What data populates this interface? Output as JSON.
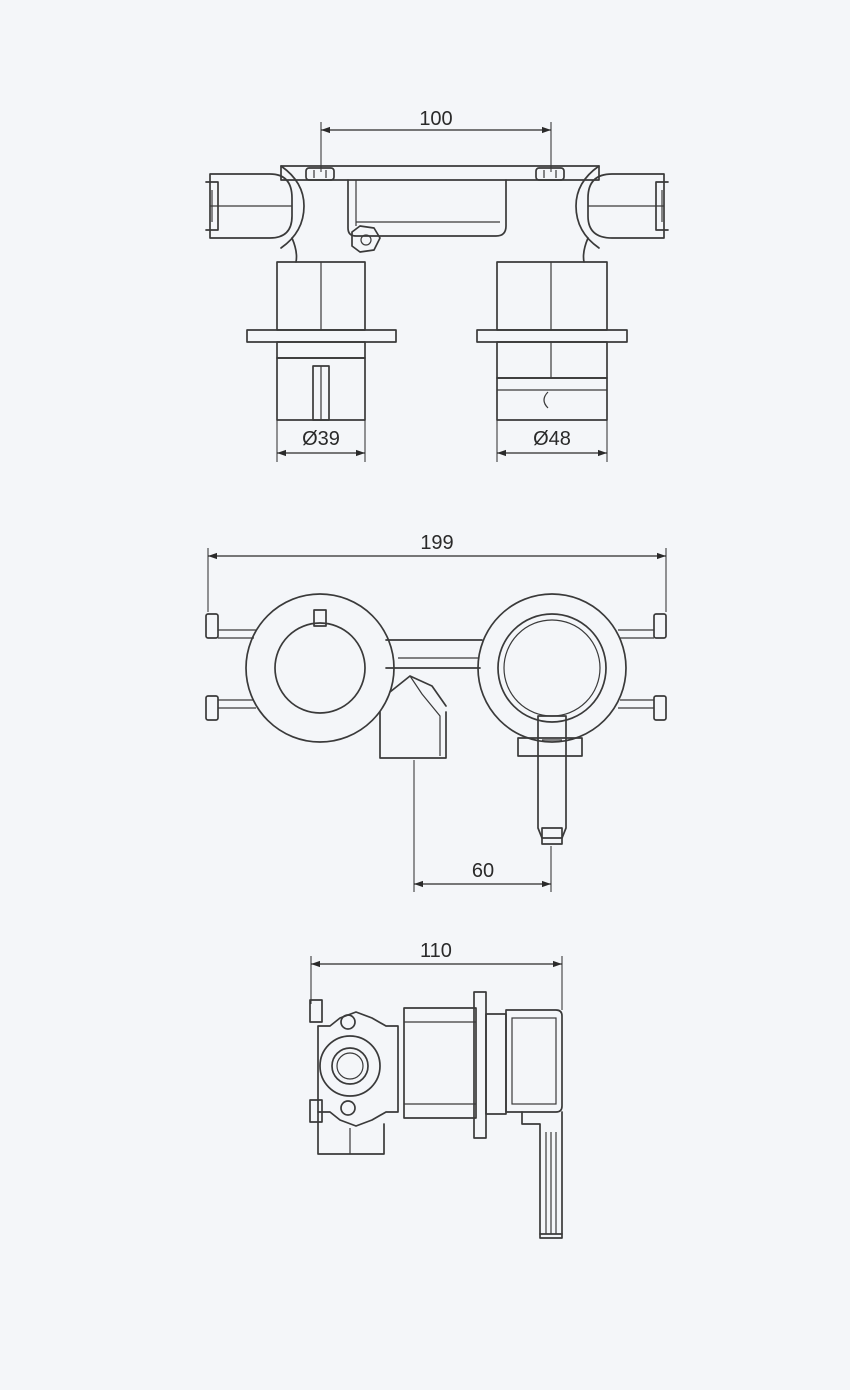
{
  "drawing": {
    "top_view": {
      "dim_spacing": "100",
      "dim_left_diameter": "Ø39",
      "dim_right_diameter": "Ø48"
    },
    "front_view": {
      "dim_overall_width": "199",
      "dim_outlet_offset": "60"
    },
    "side_view": {
      "dim_depth": "110"
    }
  },
  "colors": {
    "background": "#f4f6f9",
    "line": "#3a3a3a",
    "dimension": "#2a2a2a"
  }
}
